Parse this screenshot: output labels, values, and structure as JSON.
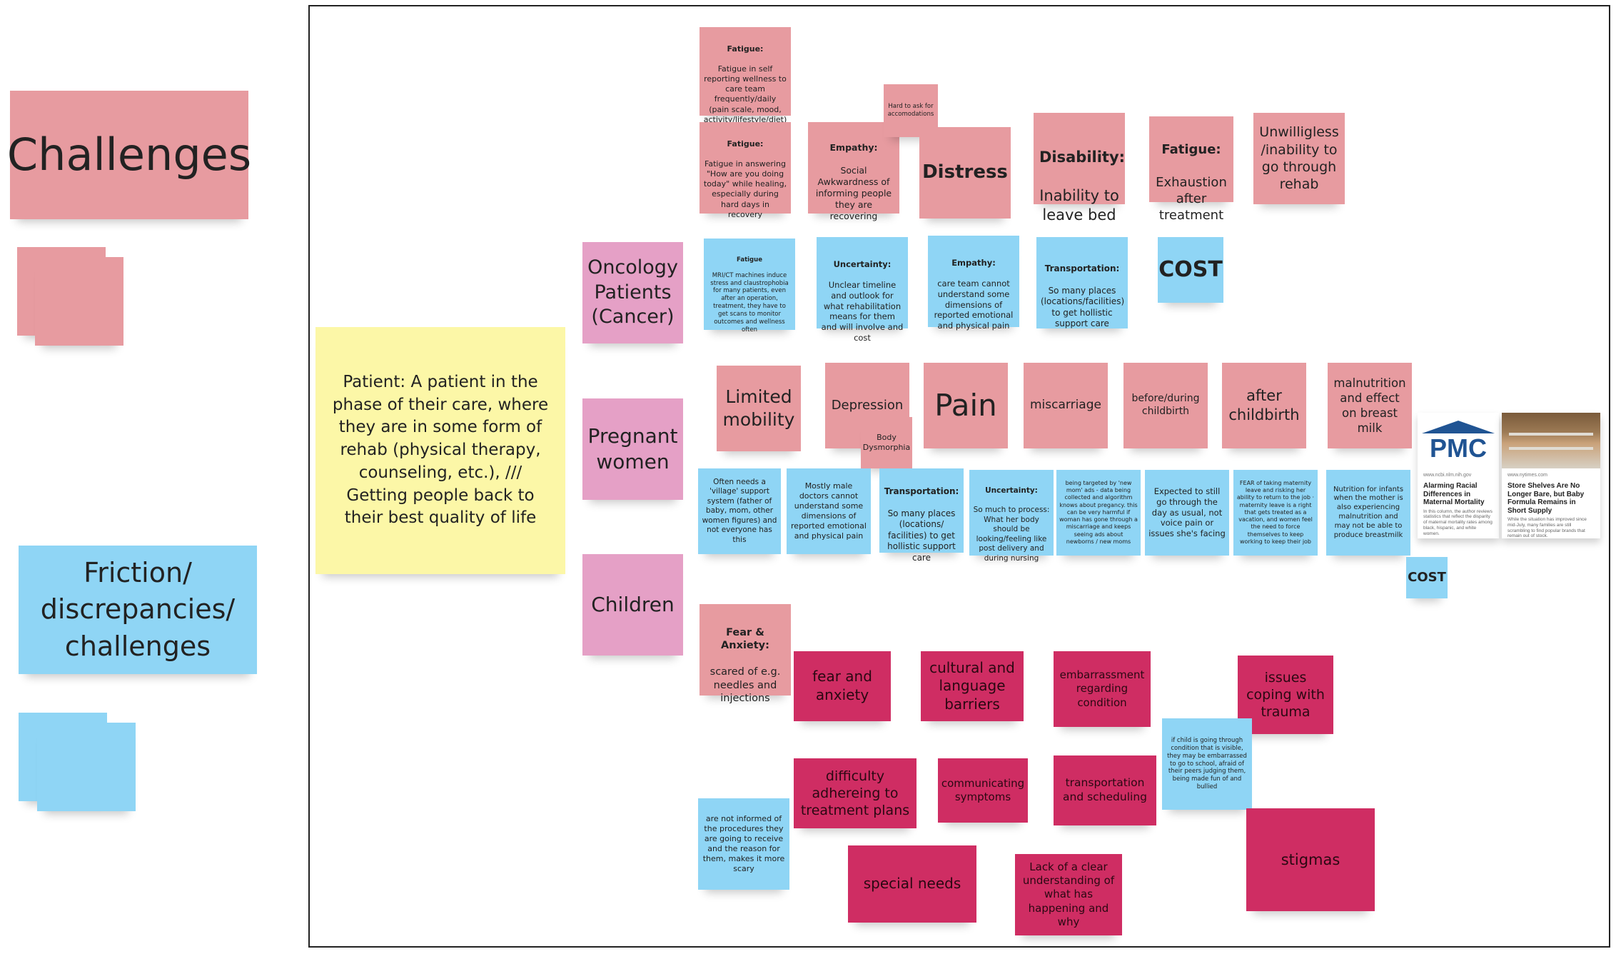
{
  "legend": {
    "challenges": "Challenges",
    "friction": "Friction/\ndiscrepancies/\nchallenges"
  },
  "definition": "Patient: A patient in the phase of their care, where they are in some form of rehab (physical therapy, counseling, etc.), /// Getting people back to their best quality of life",
  "categories": {
    "oncology": "Oncology\nPatients\n(Cancer)",
    "pregnant": "Pregnant\nwomen",
    "children": "Children"
  },
  "oncology": {
    "fatigue1_head": "Fatigue:",
    "fatigue1_body": "Fatigue in self reporting wellness to care team frequently/daily (pain scale, mood, activity/lifestyle/diet)",
    "fatigue2_head": "Fatigue:",
    "fatigue2_body": "Fatigue in answering \"How are you doing today\" while healing, especially during hard days in recovery",
    "empathy_head": "Empathy:",
    "empathy_body": "Social Awkwardness of informing people they are recovering",
    "hard_ask": "Hard to ask for accomodations",
    "distress": "Distress",
    "disability_head": "Disability:",
    "disability_body": "Inability to leave bed",
    "fatigue3_head": "Fatigue:",
    "fatigue3_body": "Exhaustion after treatment",
    "unwilligless": "Unwilligless /inability to go through rehab",
    "blue_fatigue_head": "Fatigue",
    "blue_fatigue_body": "MRI/CT machines induce stress and claustrophobia for many patients, even after an operation, treatment, they have to get scans to monitor outcomes and wellness often",
    "uncertainty_head": "Uncertainty:",
    "uncertainty_body": "Unclear timeline and outlook for what rehabilitation means for them and will involve and cost",
    "empathy2_head": "Empathy:",
    "empathy2_body": "care team cannot understand some dimensions of reported emotional and physical pain",
    "transport_head": "Transportation:",
    "transport_body": "So many places (locations/facilities) to get hollistic support care",
    "cost": "COST"
  },
  "pregnant": {
    "limited_mobility": "Limited mobility",
    "depression": "Depression",
    "body_dysmorphia": "Body Dysmorphia",
    "pain": "Pain",
    "miscarriage": "miscarriage",
    "before_during": "before/during childbirth",
    "after_childbirth": "after childbirth",
    "malnutrition": "malnutrition and effect on breast milk",
    "village": "Often needs a 'village' support system (father of baby, mom, other women figures) and not everyone has this",
    "male_doctors": "Mostly male doctors cannot understand some dimensions of reported emotional and physical pain",
    "transport_head": "Transportation:",
    "transport_body": "So many places (locations/ facilities) to get hollistic support care",
    "uncertainty_head": "Uncertainty:",
    "uncertainty_body": "So much to process: What her body should be looking/feeling like post delivery and during nursing",
    "targeted": "being targeted by 'new mom' ads - data being collected and algorithm knows about pregancy. this can be very harmful if woman has gone through a miscarriage and keeps seeing ads about newborns / new moms",
    "expected": "Expected to still go through the day as usual, not voice pain or issues she's facing",
    "fear_leave": "FEAR of taking maternity leave and risking her ability to return to the job · maternity leave is a right that gets treated as a vacation, and women feel the need to force themselves to keep working to keep their job",
    "nutrition_infants": "Nutrition for infants when the mother is also experiencing malnutrition and may not be able to produce breastmilk",
    "cost": "COST"
  },
  "cards": {
    "pmc_logo": "PMC",
    "pmc_site": "www.ncbi.nlm.nih.gov",
    "pmc_title": "Alarming Racial Differences in Maternal Mortality",
    "pmc_desc": "In this column, the author reviews statistics that reflect the disparity of maternal mortality rates among black, hispanic, and white women.",
    "news_site": "www.nytimes.com",
    "news_title": "Store Shelves Are No Longer Bare, but Baby Formula Remains in Short Supply",
    "news_desc": "While the situation has improved since mid-July, many families are still scrambling to find popular brands that remain out of stock."
  },
  "children": {
    "fear_head": "Fear & Anxiety:",
    "fear_body": "scared of e.g. needles and injections",
    "fear_anxiety": "fear and anxiety",
    "cultural": "cultural and language barriers",
    "embarrassment": "embarrassment regarding condition",
    "coping": "issues coping with trauma",
    "visible_condition": "if child is going through condition that is visible, they may be embarrassed to go to school, afraid of their peers judging them, being made fun of and bullied",
    "difficulty": "difficulty adhereing to treatment plans",
    "communicating": "communicating symptoms",
    "transport_sched": "transportation and scheduling",
    "not_informed": "are not informed of the procedures they are going to receive and the reason for them, makes it more scary",
    "special_needs": "special needs",
    "lack_understanding": "Lack of a clear understanding of what has happening and why",
    "stigmas": "stigmas"
  },
  "colors": {
    "challenge_pink": "#e79ba0",
    "friction_blue": "#8fd5f5",
    "category_mauve": "#e5a0c6",
    "definition_yellow": "#fcf7a7",
    "child_magenta": "#cf2d63"
  }
}
